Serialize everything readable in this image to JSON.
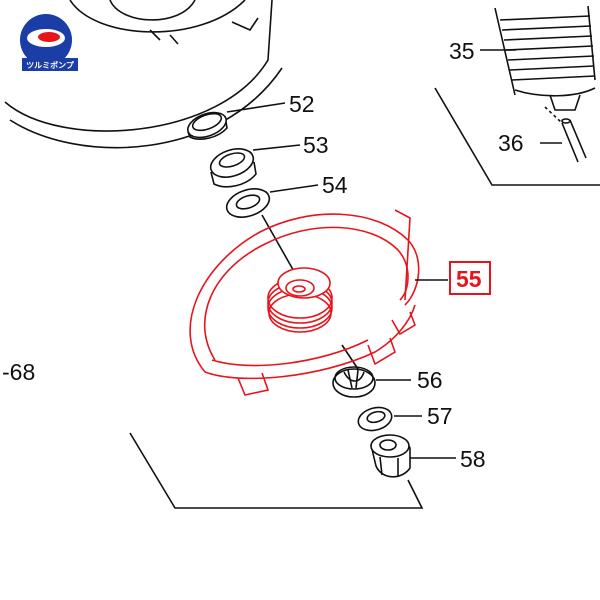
{
  "logo": {
    "text": "ツルミポンプ",
    "colors": {
      "blue": "#1a3da6",
      "red": "#e8141b"
    }
  },
  "highlight_color": "#e8141b",
  "part_labels": {
    "p35": "35",
    "p36": "36",
    "p52": "52",
    "p53": "53",
    "p54": "54",
    "p55": "55",
    "p56": "56",
    "p57": "57",
    "p58": "58",
    "p68": "-68"
  },
  "highlighted_part": "55"
}
